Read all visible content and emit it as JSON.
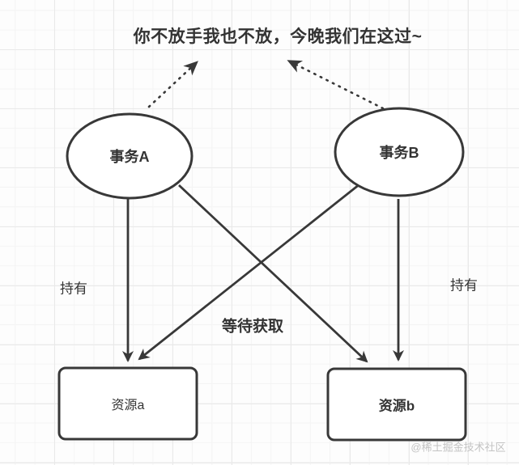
{
  "title": "你不放手我也不放，今晚我们在这过~",
  "nodes": {
    "transaction_a": "事务A",
    "transaction_b": "事务B",
    "resource_a": "资源a",
    "resource_b": "资源b"
  },
  "edge_labels": {
    "hold_left": "持有",
    "hold_right": "持有",
    "wait": "等待获取"
  },
  "watermark": "@稀土掘金技术社区",
  "colors": {
    "stroke": "#383838",
    "text": "#333333",
    "node_fill": "#ffffff",
    "watermark": "#c3c3c3",
    "grid_minor": "#f4f4f4",
    "grid_major": "#e9e9e9",
    "background": "#fdfdfd"
  },
  "diagram_semantics": {
    "type": "deadlock-diagram",
    "edges": [
      {
        "from": "事务A",
        "to": "资源a",
        "label": "持有",
        "style": "solid"
      },
      {
        "from": "事务B",
        "to": "资源b",
        "label": "持有",
        "style": "solid"
      },
      {
        "from": "事务A",
        "to": "资源b",
        "label": "等待获取",
        "style": "solid"
      },
      {
        "from": "事务B",
        "to": "资源a",
        "label": "等待获取",
        "style": "solid"
      },
      {
        "from": "事务A",
        "to": "title",
        "style": "dotted"
      },
      {
        "from": "事务B",
        "to": "title",
        "style": "dotted"
      }
    ]
  }
}
